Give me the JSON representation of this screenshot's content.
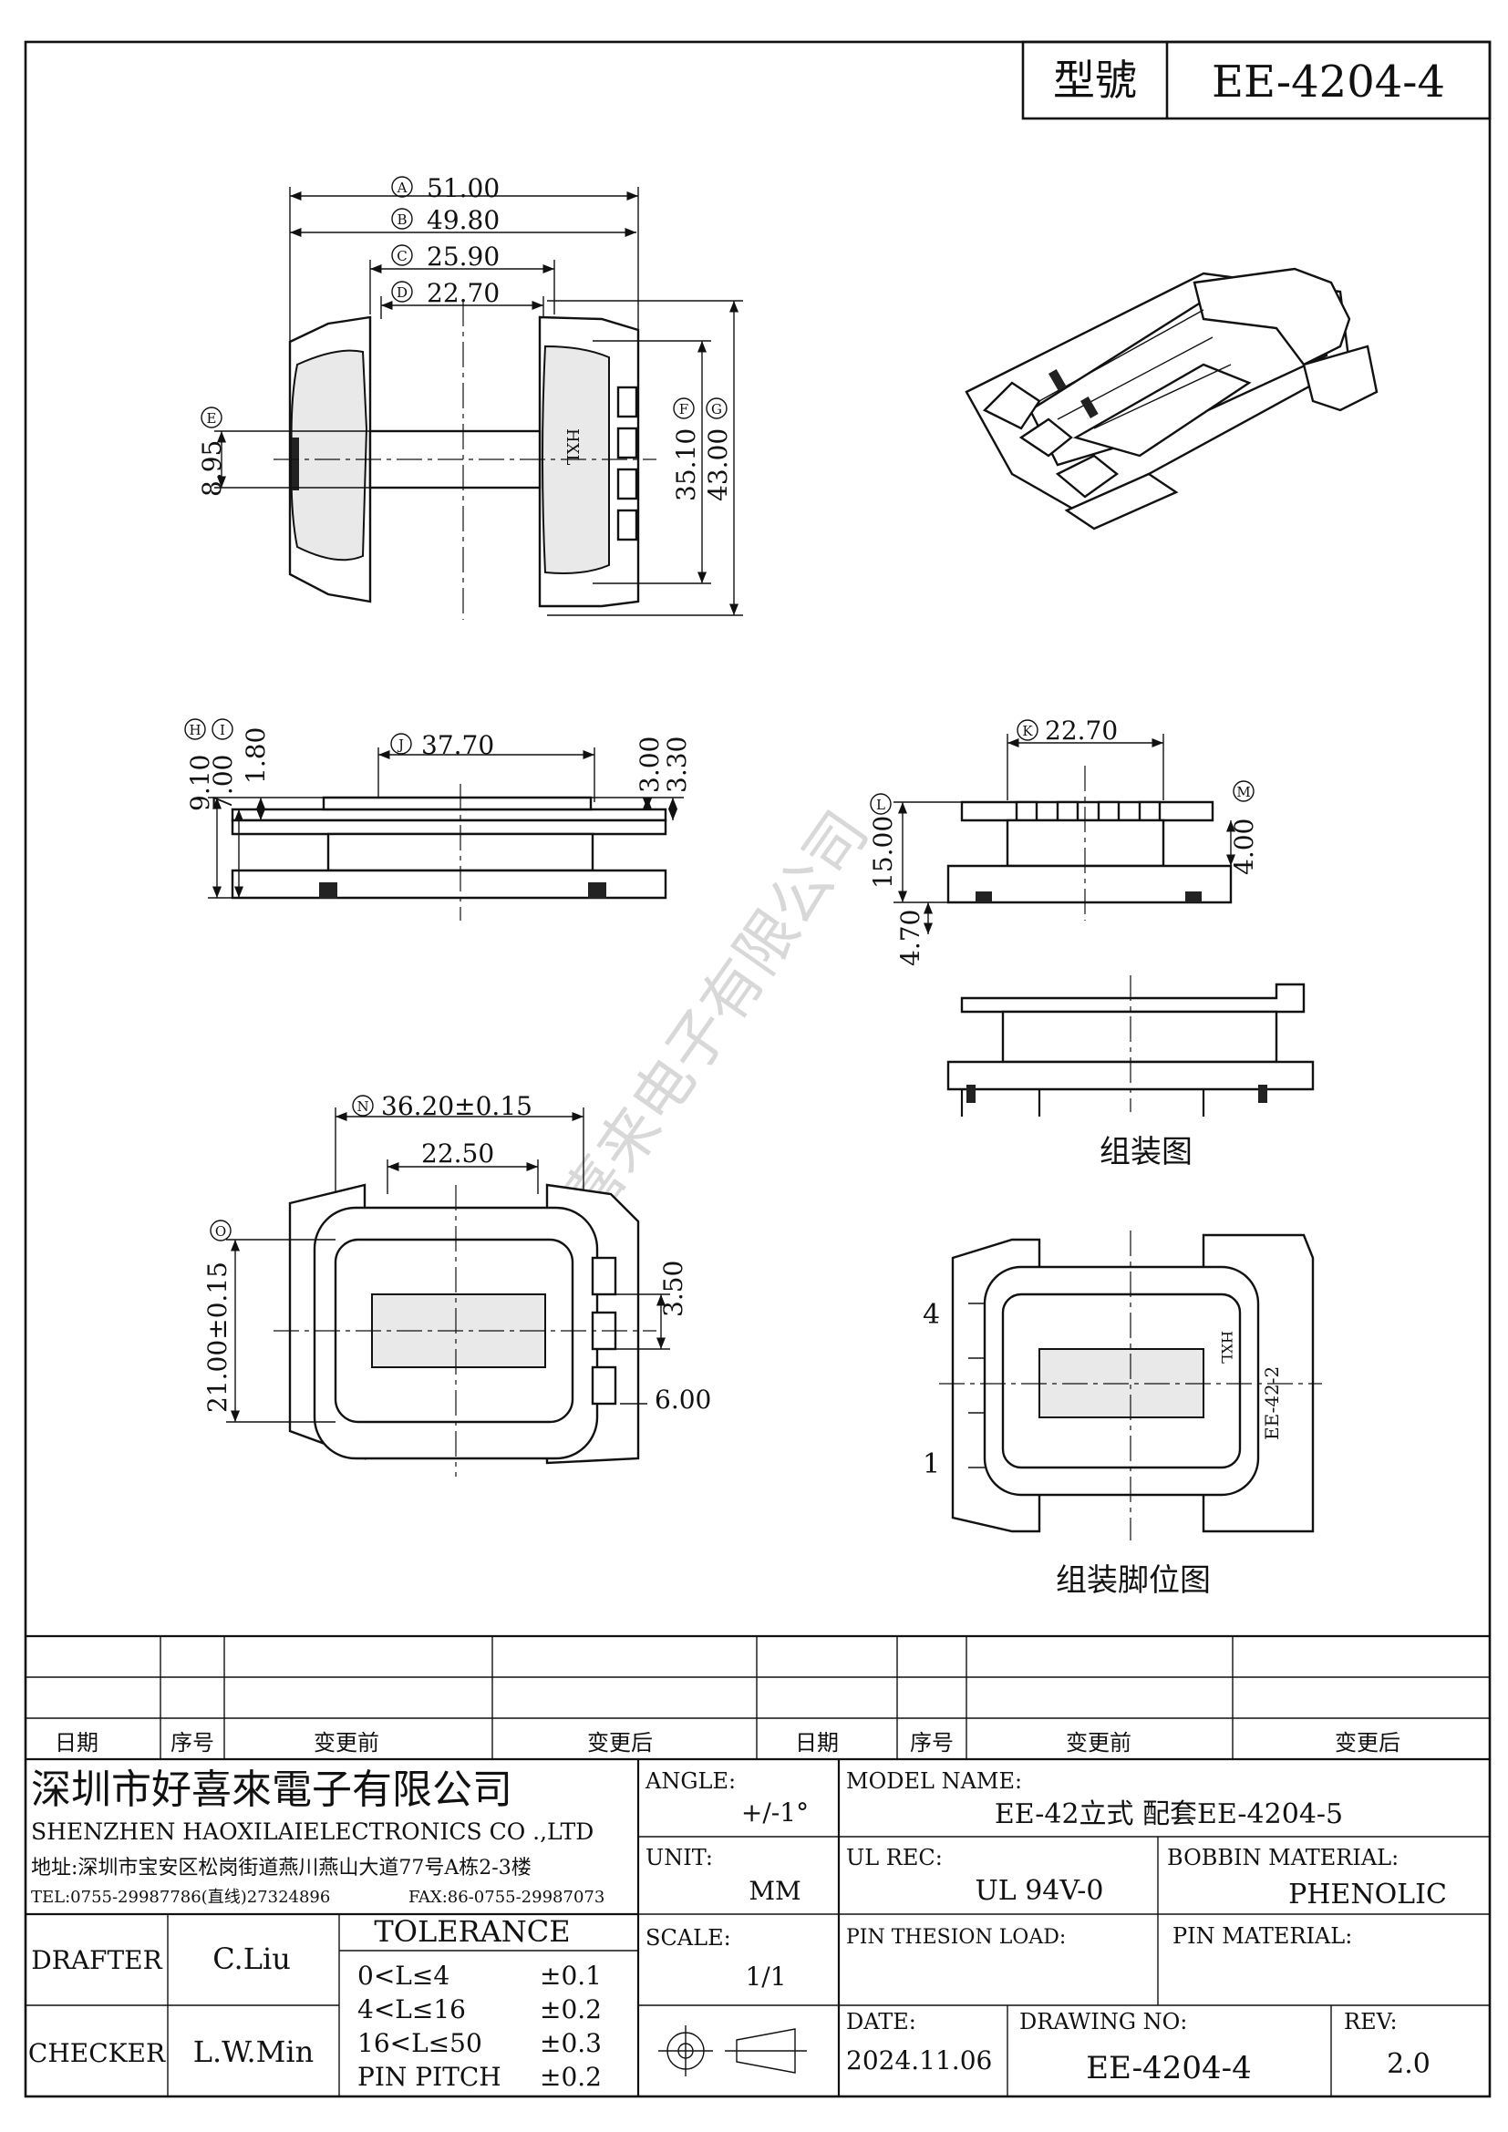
{
  "model_box": {
    "label": "型號",
    "value": "EE-4204-4"
  },
  "dimensions": {
    "A": "51.00",
    "B": "49.80",
    "C": "25.90",
    "D": "22.70",
    "E": "8.95",
    "F": "35.10",
    "G": "43.00",
    "H": "9.10",
    "I": "7.00",
    "I_inner": "1.80",
    "J": "37.70",
    "side_a": "3.00",
    "side_b": "3.30",
    "K": "22.70",
    "L": "15.00",
    "M": "4.00",
    "pin": "4.70",
    "N": "36.20±0.15",
    "inner_w": "22.50",
    "O": "21.00±0.15",
    "s35": "3.50",
    "s60": "6.00"
  },
  "markers": {
    "A": "A",
    "B": "B",
    "C": "C",
    "D": "D",
    "E": "E",
    "F": "F",
    "G": "G",
    "H": "H",
    "I": "I",
    "J": "J",
    "K": "K",
    "L": "L",
    "M": "M",
    "N": "N",
    "O": "O"
  },
  "views": {
    "assembly": "组装图",
    "pin_layout": "组装脚位图",
    "pin4": "4",
    "pin1": "1",
    "part_code": "EE-42-2",
    "logo_mark": "HXL"
  },
  "watermark": "深圳市好喜来电子有限公司",
  "revision_table": {
    "headers": [
      "日期",
      "序号",
      "变更前",
      "变更后",
      "日期",
      "序号",
      "变更前",
      "变更后"
    ]
  },
  "company": {
    "name_cn": "深圳市好喜來電子有限公司",
    "name_en": "SHENZHEN HAOXILAIELECTRONICS CO .,LTD",
    "address": "地址:深圳市宝安区松岗街道燕川燕山大道77号A栋2-3楼",
    "tel": "TEL:0755-29987786(直线)27324896",
    "fax": "FAX:86-0755-29987073"
  },
  "info": {
    "angle_label": "ANGLE:",
    "angle_value": "+/-1°",
    "unit_label": "UNIT:",
    "unit_value": "MM",
    "scale_label": "SCALE:",
    "scale_value": "1/1",
    "model_label": "MODEL NAME:",
    "model_value": "EE-42立式 配套EE-4204-5",
    "ul_label": "UL REC:",
    "ul_value": "UL 94V-0",
    "bobbin_label": "BOBBIN MATERIAL:",
    "bobbin_value": "PHENOLIC",
    "pin_load_label": "PIN THESION LOAD:",
    "pin_mat_label": "PIN MATERIAL:",
    "date_label": "DATE:",
    "date_value": "2024.11.06",
    "drawing_label": "DRAWING NO:",
    "drawing_value": "EE-4204-4",
    "rev_label": "REV:",
    "rev_value": "2.0"
  },
  "staff": {
    "drafter_label": "DRAFTER",
    "drafter": "C.Liu",
    "checker_label": "CHECKER",
    "checker": "L.W.Min"
  },
  "tolerance": {
    "title": "TOLERANCE",
    "rows": [
      {
        "range": "0<L≤4",
        "value": "±0.1"
      },
      {
        "range": "4<L≤16",
        "value": "±0.2"
      },
      {
        "range": "16<L≤50",
        "value": "±0.3"
      },
      {
        "range": "PIN PITCH",
        "value": "±0.2"
      }
    ]
  }
}
